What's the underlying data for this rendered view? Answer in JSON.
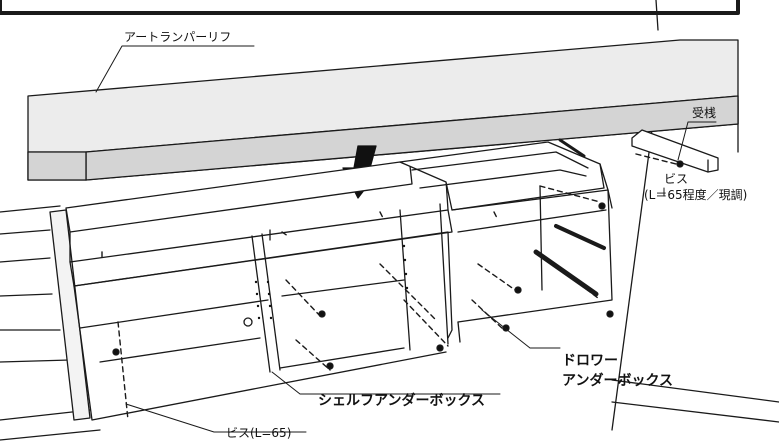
{
  "labels": {
    "art_transparent_rib": "アートランパーリフ",
    "support_rail": "受桟",
    "screw_main": "ビス",
    "screw_spec": "(L＝65程度／現調)",
    "drawer_line1": "ドロワー",
    "drawer_line2": "アンダーボックス",
    "shelf_under_box": "シェルフアンダーボックス",
    "screw_bottom": "ビス(L=65)"
  }
}
